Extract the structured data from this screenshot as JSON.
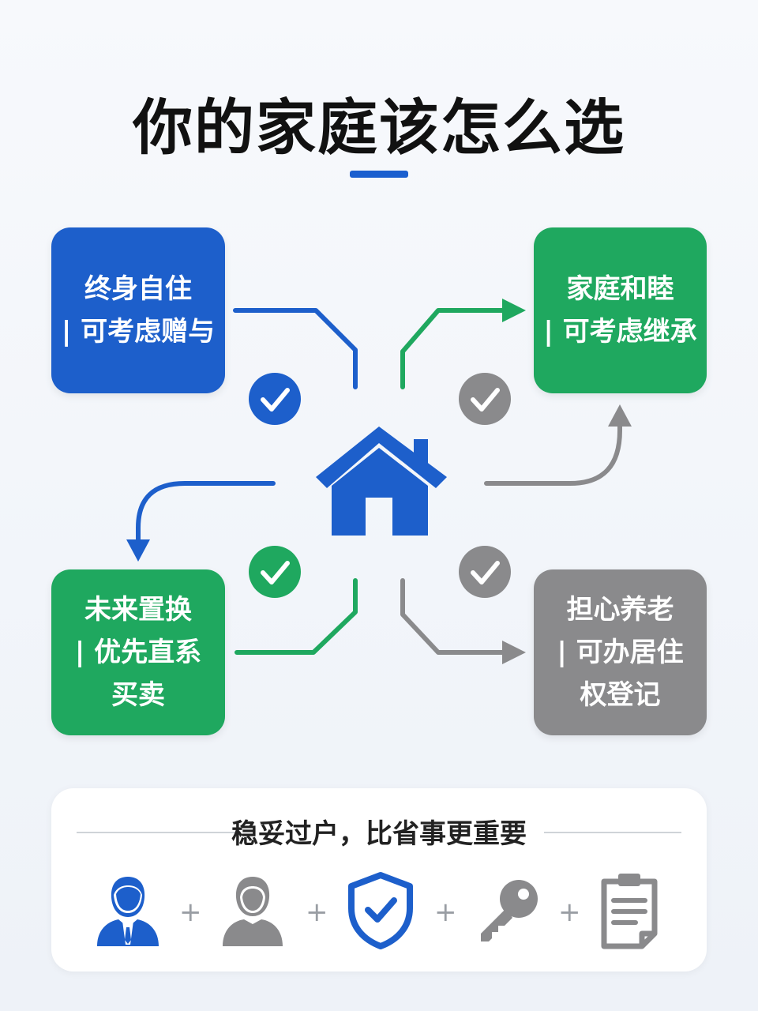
{
  "title": "你的家庭该怎么选",
  "options": {
    "top_left": [
      "终身自住",
      "| 可考虑赠与"
    ],
    "top_right": [
      "家庭和睦",
      "| 可考虑继承"
    ],
    "bottom_left": [
      "未来置换",
      "| 优先直系",
      "买卖"
    ],
    "bottom_right": [
      "担心养老",
      "| 可办居住",
      "权登记"
    ]
  },
  "bottom_card": {
    "title": "稳妥过户，比省事更重要",
    "plus": "+",
    "icons": [
      "businessman-icon",
      "person-icon",
      "shield-check-icon",
      "key-icon",
      "document-icon"
    ]
  },
  "colors": {
    "blue": "#1d5fcb",
    "green": "#1fa85f",
    "gray": "#8a8a8c",
    "title_bar": "#1a5fcf"
  }
}
